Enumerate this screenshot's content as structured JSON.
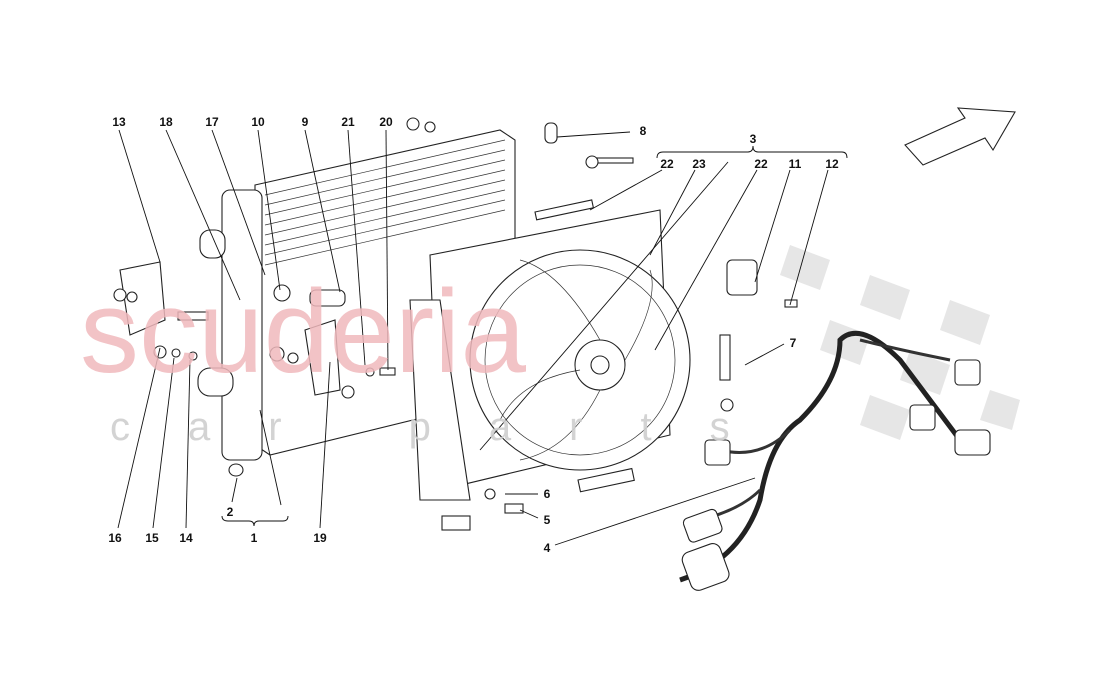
{
  "watermark": {
    "line1": "scuderia",
    "line2": "car parts"
  },
  "direction_arrow": {
    "icon": "direction-arrow-icon"
  },
  "callouts": {
    "c13": "13",
    "c18": "18",
    "c17": "17",
    "c10": "10",
    "c9": "9",
    "c21": "21",
    "c20": "20",
    "c8": "8",
    "c3": "3",
    "c22a": "22",
    "c23": "23",
    "c22b": "22",
    "c11": "11",
    "c12": "12",
    "c7": "7",
    "c6": "6",
    "c5": "5",
    "c4": "4",
    "c16": "16",
    "c15": "15",
    "c14": "14",
    "c2": "2",
    "c1": "1",
    "c19": "19"
  }
}
